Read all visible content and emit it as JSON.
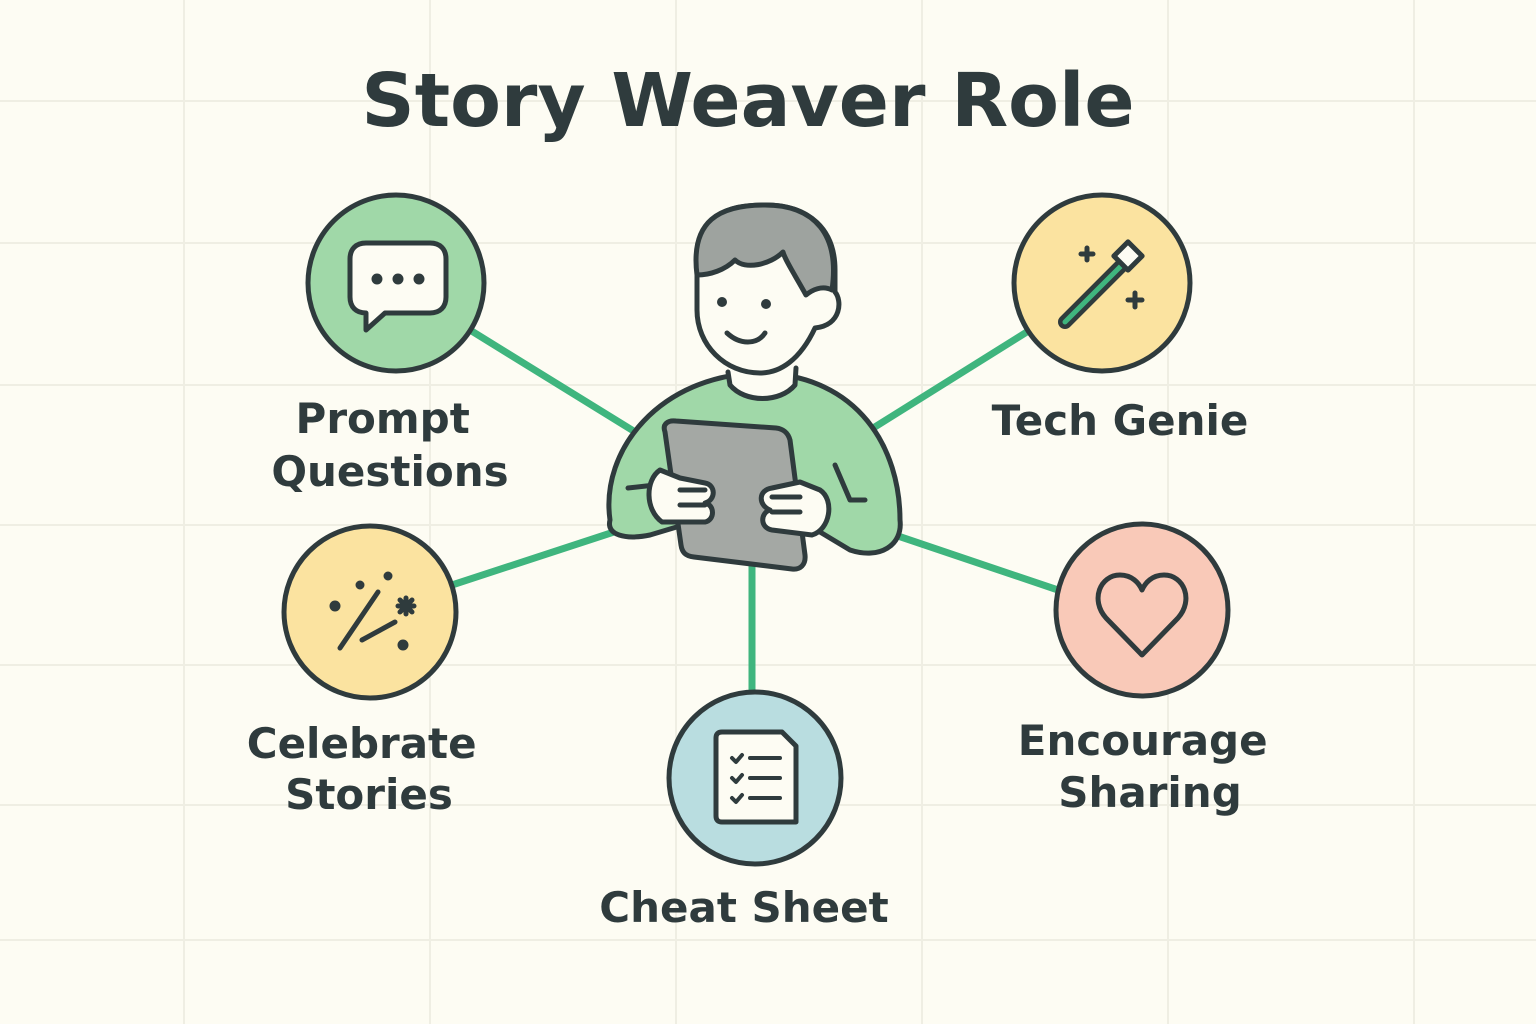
{
  "title": "Story Weaver Role",
  "colors": {
    "background": "#fdfcf3",
    "connector": "#3fb57e",
    "ink": "#2f3b3d",
    "green": "#a0d8a8",
    "yellow": "#fbe3a0",
    "blue": "#b9dde0",
    "pink": "#f9c9b8",
    "gray": "#a4a8a4"
  },
  "center": {
    "figure": "person-holding-tablet"
  },
  "nodes": [
    {
      "id": "prompt",
      "icon": "speech-bubble-icon",
      "lines": [
        "Prompt",
        "Questions"
      ]
    },
    {
      "id": "tech",
      "icon": "magic-wand-icon",
      "lines": [
        "Tech Genie"
      ]
    },
    {
      "id": "celebrate",
      "icon": "confetti-icon",
      "lines": [
        "Celebrate",
        "Stories"
      ]
    },
    {
      "id": "cheat",
      "icon": "checklist-document-icon",
      "lines": [
        "Cheat Sheet"
      ]
    },
    {
      "id": "encourage",
      "icon": "heart-icon",
      "lines": [
        "Encourage",
        "Sharing"
      ]
    }
  ]
}
